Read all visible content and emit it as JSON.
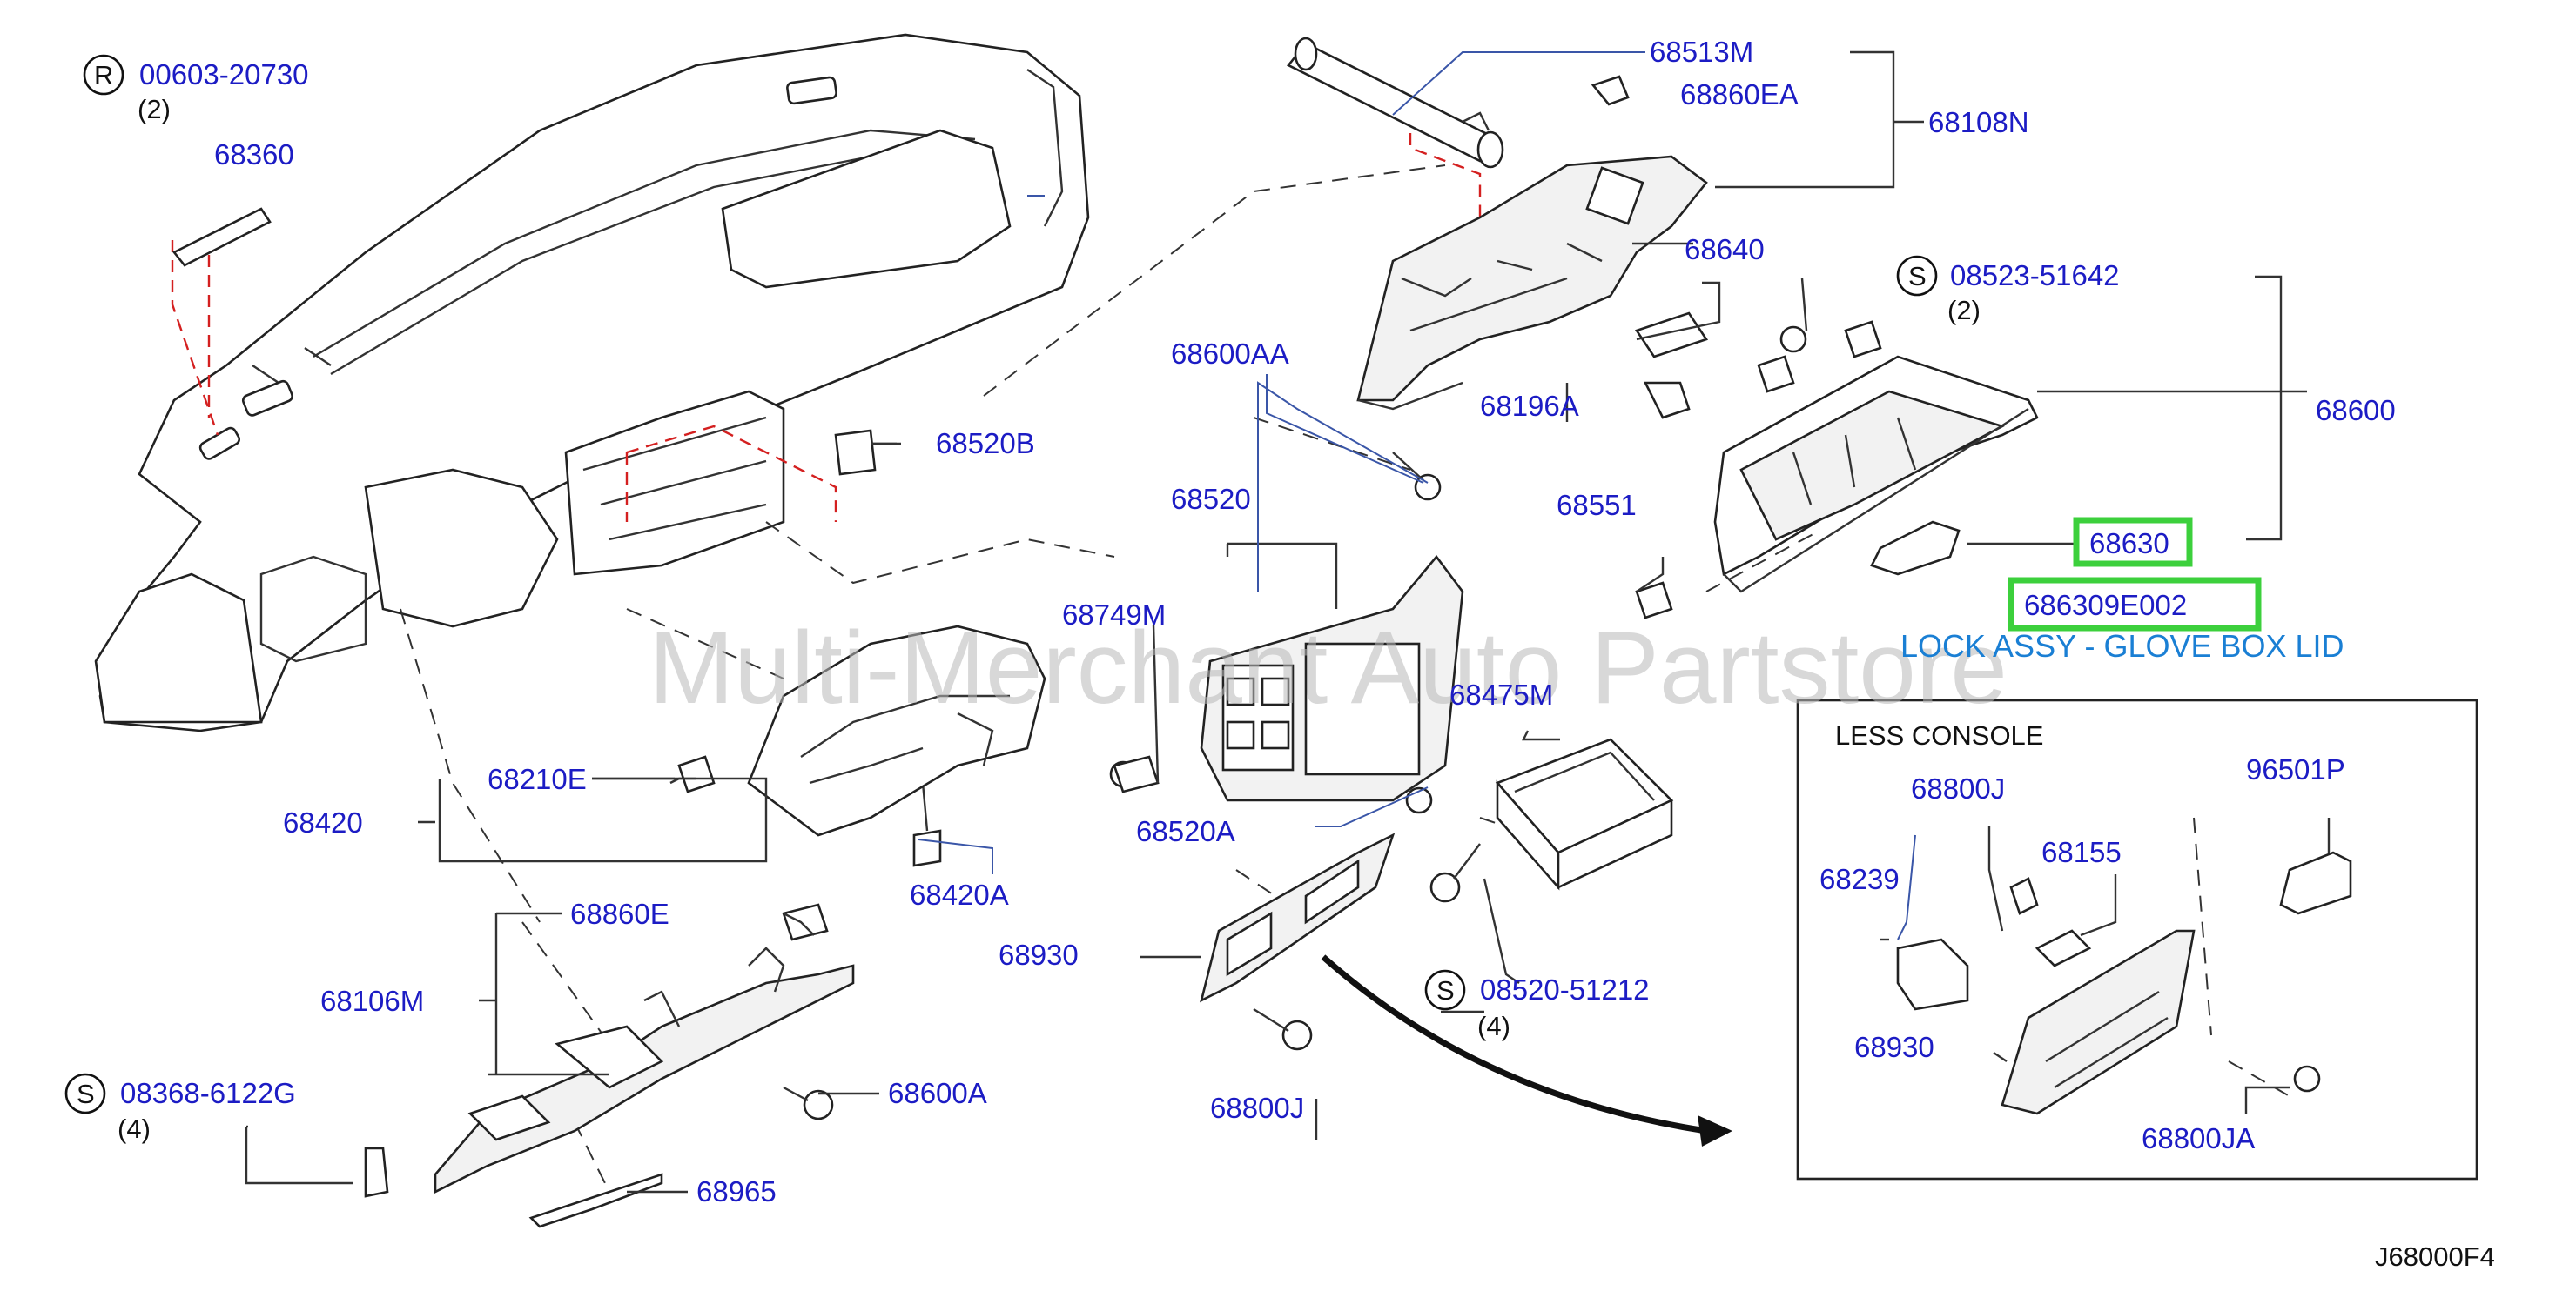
{
  "diagram": {
    "code": "J68000F4",
    "watermark": "Multi-Merchant Auto Partstore",
    "callouts": {
      "r_code": "R",
      "r_part": "00603-20730",
      "r_qty": "(2)",
      "p68360": "68360",
      "p68520B": "68520B",
      "p68420": "68420",
      "p68210E": "68210E",
      "p68420A": "68420A",
      "p68860E": "68860E",
      "p68106M": "68106M",
      "s1_code": "S",
      "s1_part": "08368-6122G",
      "s1_qty": "(4)",
      "p68600A": "68600A",
      "p68965": "68965",
      "p68513M": "68513M",
      "p68860EA": "68860EA",
      "p68108N": "68108N",
      "p68640": "68640",
      "p68196A": "68196A",
      "p68600AA": "68600AA",
      "p68520": "68520",
      "p68749M": "68749M",
      "p68520A": "68520A",
      "p68475M": "68475M",
      "p68930": "68930",
      "p68800J": "68800J",
      "s2_code": "S",
      "s2_part": "08520-51212",
      "s2_qty": "(4)",
      "s3_code": "S",
      "s3_part": "08523-51642",
      "s3_qty": "(2)",
      "p68600": "68600",
      "p68551": "68551",
      "p68630": "68630",
      "highlight_part": "686309E002",
      "description": "LOCK ASSY - GLOVE BOX LID"
    },
    "inset": {
      "title": "LESS   CONSOLE",
      "p68800J": "68800J",
      "p96501P": "96501P",
      "p68155": "68155",
      "p68239": "68239",
      "p68930": "68930",
      "p68800JA": "68800JA"
    }
  },
  "colors": {
    "label": "#1c1cc4",
    "description": "#1a7fd4",
    "highlight": "#3cd03c",
    "guide_red": "#d42020"
  }
}
